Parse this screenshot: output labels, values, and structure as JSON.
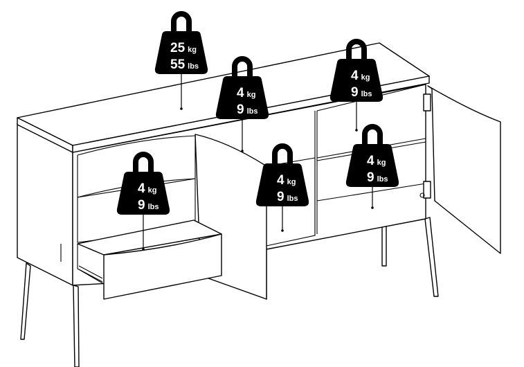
{
  "weights": [
    {
      "id": "top",
      "kg": "25",
      "kg_unit": "kg",
      "lbs": "55",
      "lbs_unit": "lbs"
    },
    {
      "id": "left-shelf",
      "kg": "4",
      "kg_unit": "kg",
      "lbs": "9",
      "lbs_unit": "lbs"
    },
    {
      "id": "right-upper-shelf",
      "kg": "4",
      "kg_unit": "kg",
      "lbs": "9",
      "lbs_unit": "lbs"
    },
    {
      "id": "drawer",
      "kg": "4",
      "kg_unit": "kg",
      "lbs": "9",
      "lbs_unit": "lbs"
    },
    {
      "id": "middle-shelf",
      "kg": "4",
      "kg_unit": "kg",
      "lbs": "9",
      "lbs_unit": "lbs"
    },
    {
      "id": "right-lower-shelf",
      "kg": "4",
      "kg_unit": "kg",
      "lbs": "9",
      "lbs_unit": "lbs"
    }
  ],
  "colors": {
    "line": "#000000",
    "background": "#ffffff"
  }
}
